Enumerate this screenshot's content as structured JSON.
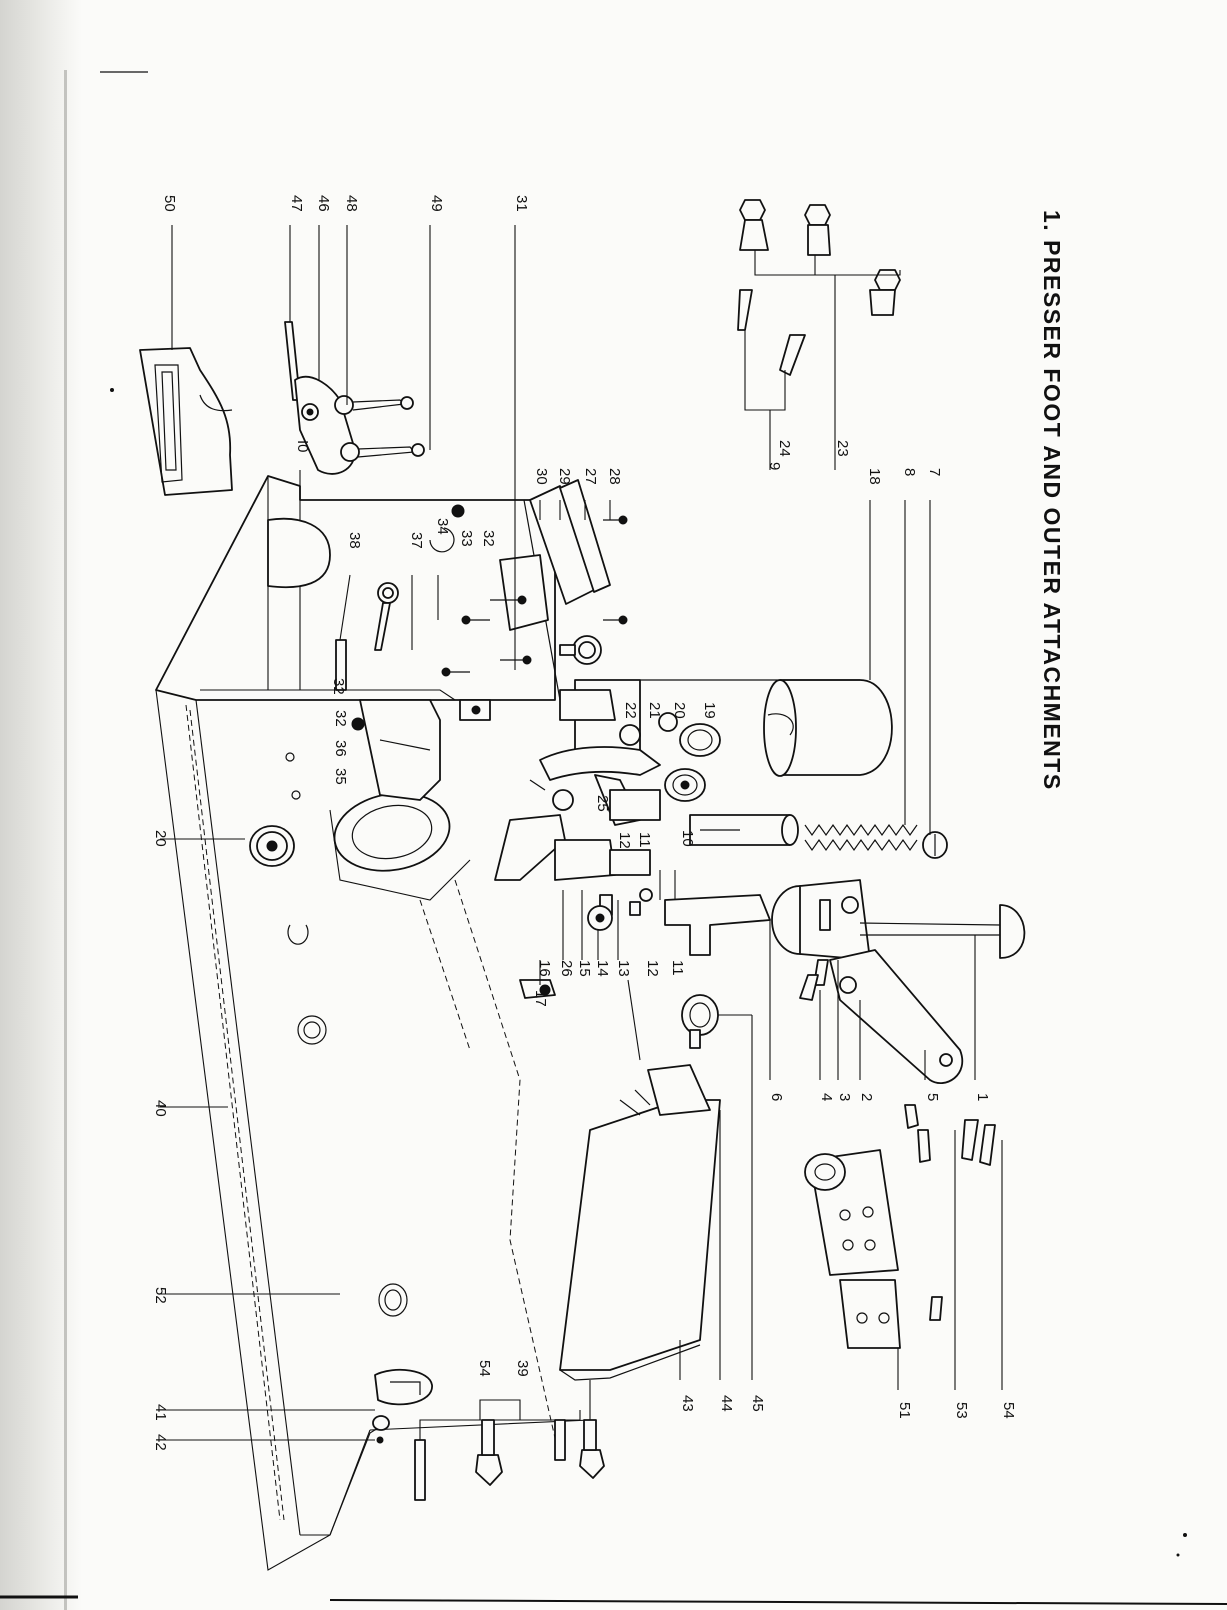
{
  "title": "1. PRESSER FOOT AND OUTER ATTACHMENTS",
  "callouts": [
    {
      "id": "c50",
      "label": "50"
    },
    {
      "id": "c47",
      "label": "47"
    },
    {
      "id": "c46",
      "label": "46"
    },
    {
      "id": "c48",
      "label": "48"
    },
    {
      "id": "c49",
      "label": "49"
    },
    {
      "id": "c31",
      "label": "31"
    },
    {
      "id": "c30",
      "label": "30"
    },
    {
      "id": "c29",
      "label": "29"
    },
    {
      "id": "c27",
      "label": "27"
    },
    {
      "id": "c28",
      "label": "28"
    },
    {
      "id": "c24",
      "label": "24"
    },
    {
      "id": "c9",
      "label": "9"
    },
    {
      "id": "c23",
      "label": "23"
    },
    {
      "id": "c18",
      "label": "18"
    },
    {
      "id": "c8",
      "label": "8"
    },
    {
      "id": "c7",
      "label": "7"
    },
    {
      "id": "c38",
      "label": "38"
    },
    {
      "id": "c37",
      "label": "37"
    },
    {
      "id": "c34",
      "label": "34"
    },
    {
      "id": "c33",
      "label": "33"
    },
    {
      "id": "c32a",
      "label": "32"
    },
    {
      "id": "c32b",
      "label": "32"
    },
    {
      "id": "c32c",
      "label": "32"
    },
    {
      "id": "c36",
      "label": "36"
    },
    {
      "id": "c35",
      "label": "35"
    },
    {
      "id": "c22",
      "label": "22"
    },
    {
      "id": "c21",
      "label": "21"
    },
    {
      "id": "c20a",
      "label": "20"
    },
    {
      "id": "c19",
      "label": "19"
    },
    {
      "id": "c10",
      "label": "10"
    },
    {
      "id": "c12",
      "label": "12"
    },
    {
      "id": "c11",
      "label": "11"
    },
    {
      "id": "c25",
      "label": "25"
    },
    {
      "id": "c20b",
      "label": "20"
    },
    {
      "id": "c26",
      "label": "26"
    },
    {
      "id": "c16",
      "label": "16"
    },
    {
      "id": "c17",
      "label": "17"
    },
    {
      "id": "c15",
      "label": "15"
    },
    {
      "id": "c14",
      "label": "14"
    },
    {
      "id": "c13",
      "label": "13"
    },
    {
      "id": "c12b",
      "label": "12"
    },
    {
      "id": "c11b",
      "label": "11"
    },
    {
      "id": "c6",
      "label": "6"
    },
    {
      "id": "c4",
      "label": "4"
    },
    {
      "id": "c3",
      "label": "3"
    },
    {
      "id": "c2",
      "label": "2"
    },
    {
      "id": "c5",
      "label": "5"
    },
    {
      "id": "c1",
      "label": "1"
    },
    {
      "id": "c40",
      "label": "40"
    },
    {
      "id": "c45",
      "label": "45"
    },
    {
      "id": "c44",
      "label": "44"
    },
    {
      "id": "c43",
      "label": "43"
    },
    {
      "id": "c52",
      "label": "52"
    },
    {
      "id": "c54a",
      "label": "54"
    },
    {
      "id": "c39",
      "label": "39"
    },
    {
      "id": "c41",
      "label": "41"
    },
    {
      "id": "c42",
      "label": "42"
    },
    {
      "id": "c51",
      "label": "51"
    },
    {
      "id": "c53",
      "label": "53"
    },
    {
      "id": "c54b",
      "label": "54"
    }
  ]
}
